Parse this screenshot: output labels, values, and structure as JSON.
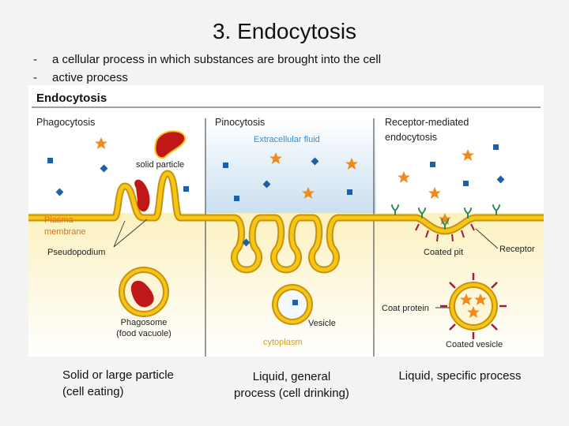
{
  "slide": {
    "title": "3. Endocytosis",
    "bullet_marker": "-",
    "bullets": [
      "a cellular process in which substances are brought into the cell",
      "active process"
    ],
    "captions": [
      [
        "Solid or large particle",
        "(cell eating)"
      ],
      [
        "Liquid, general",
        "process (cell drinking)"
      ],
      [
        "Liquid, specific process"
      ]
    ]
  },
  "figure": {
    "title": "Endocytosis",
    "panels": {
      "phagocytosis": "Phagocytosis",
      "pinocytosis": "Pinocytosis",
      "receptor": [
        "Receptor-mediated",
        "endocytosis"
      ]
    },
    "labels": {
      "extracellular_fluid": "Extracellular fluid",
      "solid_particle": "solid particle",
      "plasma_membrane": [
        "Plasma",
        "membrane"
      ],
      "pseudopodium": "Pseudopodium",
      "phagosome": [
        "Phagosome",
        "(food vacuole)"
      ],
      "vesicle": "Vesicle",
      "cytoplasm": "cytoplasm",
      "coated_pit": "Coated pit",
      "receptor": "Receptor",
      "coat_protein": "Coat protein",
      "coated_vesicle": "Coated vesicle"
    },
    "colors": {
      "membrane_fill": "#f5c518",
      "membrane_edge": "#c8930a",
      "particle": "#c01818",
      "star": "#f08a1c",
      "dot": "#1f5fa8",
      "receptor": "#2e8b57",
      "coat": "#a8183c",
      "label_accent": "#e0701c",
      "fluid_label": "#3a8ad0",
      "cytoplasm_label": "#d0a020"
    }
  }
}
